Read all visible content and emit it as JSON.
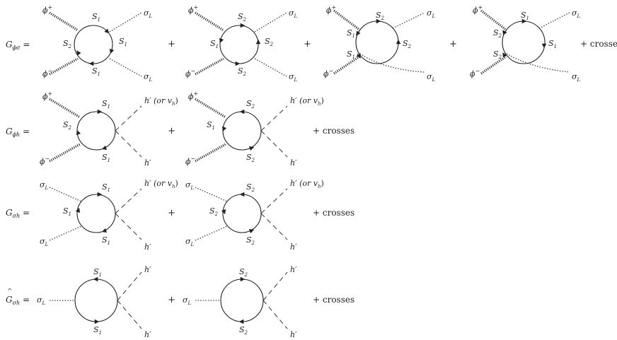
{
  "labels": {
    "S1": "S",
    "S2": "S",
    "sub1": "1",
    "sub2": "2",
    "phi": "ϕ",
    "plus_sup": "+",
    "minus_sup": "−",
    "sigma": "σ",
    "sigmaSub": "L",
    "hprime": "h′",
    "hprime_or": "h′ (or v",
    "vh_sub": "h",
    "close_paren": ")"
  },
  "rows": [
    {
      "name": "G",
      "sub": "ϕσ",
      "hat": false
    },
    {
      "name": "G",
      "sub": "ϕh",
      "hat": false
    },
    {
      "name": "G",
      "sub": "σh",
      "hat": false
    },
    {
      "name": "G",
      "sub": "σh",
      "hat": true
    }
  ],
  "equals": "=",
  "plus": "+",
  "crosses": "+ crosses"
}
